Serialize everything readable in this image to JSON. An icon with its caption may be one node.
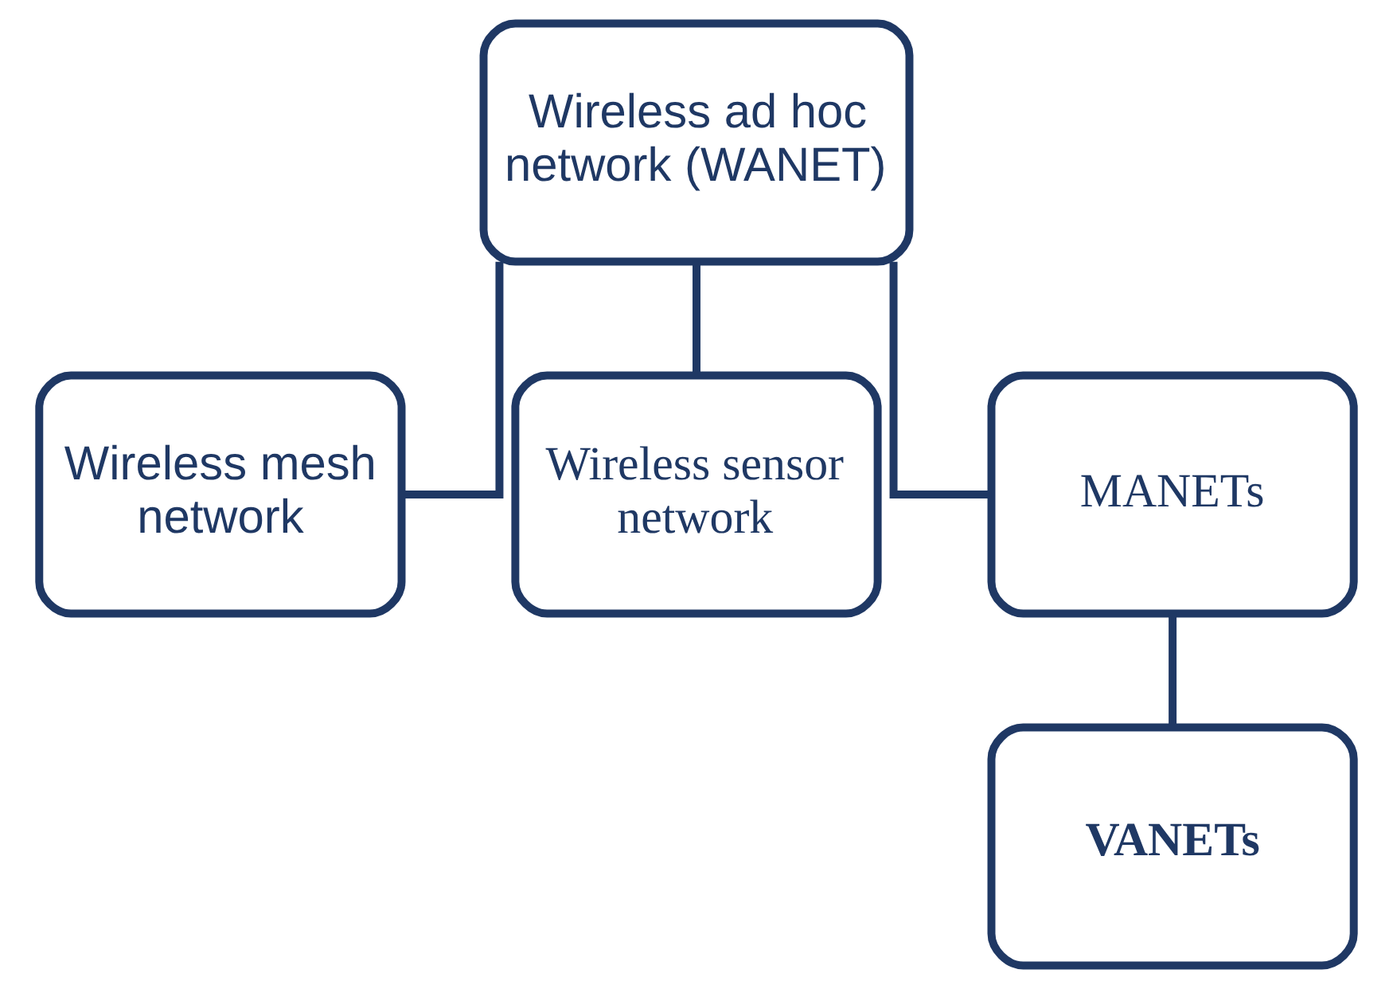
{
  "diagram": {
    "nodes": [
      {
        "text": [
          "Wireless ad hoc network (WANET)"
        ]
      },
      {
        "text": [
          "Wireless mesh network"
        ]
      },
      {
        "text": [
          "Wireless sensor network"
        ]
      },
      {
        "text": [
          "MANETs"
        ]
      },
      {
        "text": [
          "VANETs"
        ]
      }
    ],
    "edges": [
      {
        "from": 0,
        "to": 1,
        "arrow": "none"
      },
      {
        "from": 0,
        "to": 2,
        "arrow": "none"
      },
      {
        "from": 0,
        "to": 3,
        "arrow": "none"
      },
      {
        "from": 3,
        "to": 4,
        "arrow": "none"
      }
    ]
  }
}
